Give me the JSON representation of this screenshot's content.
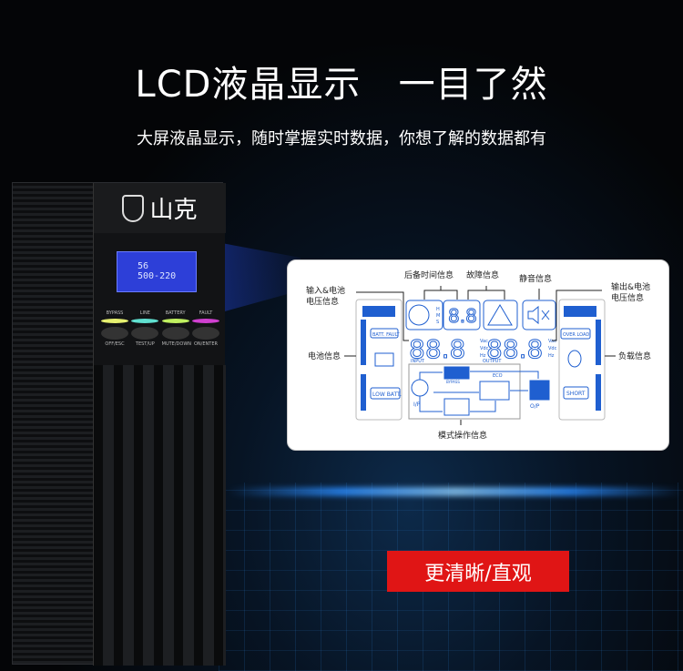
{
  "header": {
    "title": "LCD液晶显示   一目了然",
    "subtitle": "大屏液晶显示，随时掌握实时数据，你想了解的数据都有"
  },
  "ups": {
    "brand": "山克",
    "lcd_line1": "56",
    "lcd_line2": "500-220",
    "leds": [
      "BYPASS",
      "LINE",
      "BATTERY",
      "FAULT"
    ],
    "buttons": [
      "OFF/ESC",
      "TEST/UP",
      "MUTE/DOWN",
      "ON/ENTER"
    ],
    "led_colors": [
      "#e6f070",
      "#60e0d0",
      "#c0f060",
      "#d040d0"
    ]
  },
  "diagram": {
    "labels": {
      "input_batt": [
        "输入&电池",
        "电压信息"
      ],
      "backup_time": "后备时间信息",
      "fault": "故障信息",
      "mute": "静音信息",
      "output_batt": [
        "输出&电池",
        "电压信息"
      ],
      "battery": "电池信息",
      "load": "负载信息",
      "mode": "模式操作信息"
    },
    "lcd": {
      "hms": [
        "H",
        "M",
        "S"
      ],
      "small_digits": "8.8",
      "input_digits": "88.8",
      "output_digits": "88.8",
      "units": [
        "Vac",
        "Vdc",
        "Hz"
      ],
      "input_label": "INPUT",
      "output_label": "OUTPUT",
      "batt_fault": "BATT. FAULT",
      "low_batt": "LOW BATT.",
      "over_load": "OVER LOAD",
      "short": "SHORT",
      "bypass": "BYPASS",
      "eco": "ECO",
      "ip": "I/P",
      "op": "O/P"
    },
    "lcd_color": "#1f5fd0"
  },
  "cta": {
    "label": "更清晰/直观",
    "color": "#e01515"
  }
}
